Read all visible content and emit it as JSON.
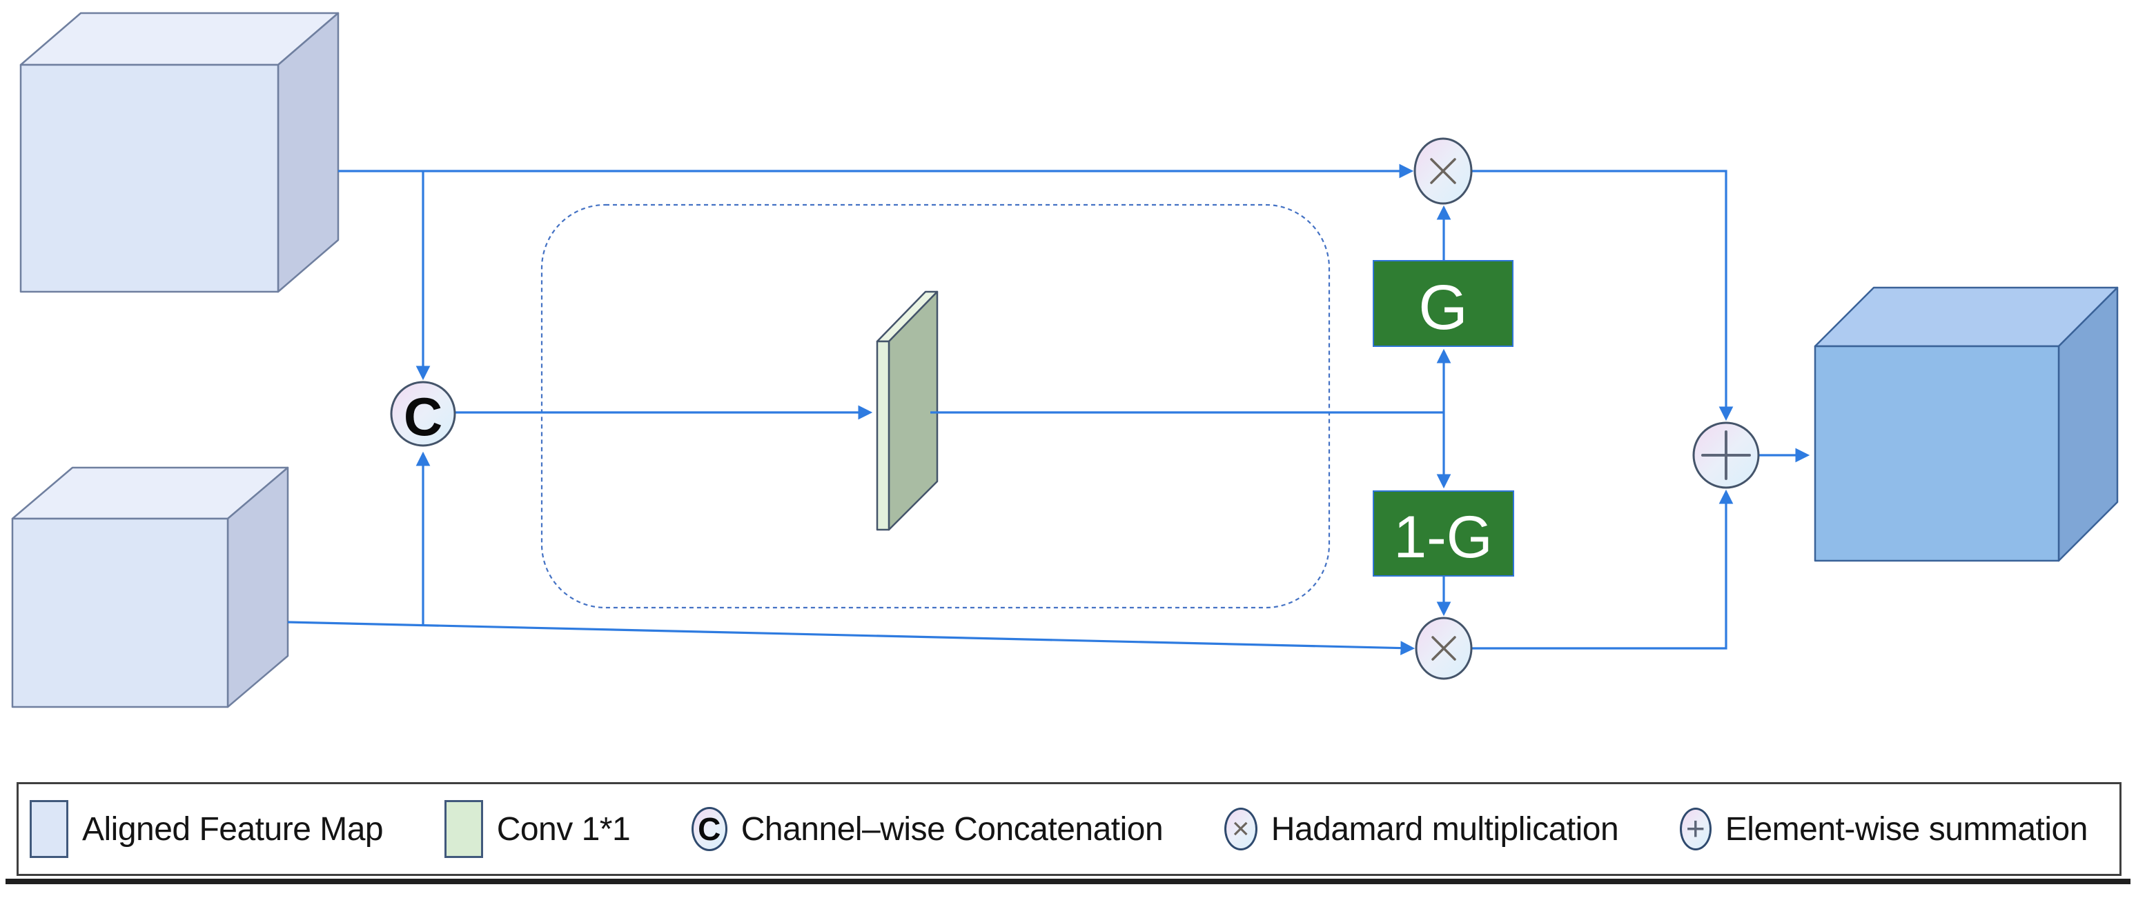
{
  "figure": {
    "kind": "gated-feature-fusion-architecture-diagram",
    "nodes": {
      "concat": "C",
      "gate": "G",
      "inverse_gate": "1-G",
      "multiply": "×",
      "add": "+"
    },
    "colors": {
      "connector_blue": "#2E7BE0",
      "dashed_box_blue": "#4472C4",
      "gate_green": "#2F7D32",
      "gate_border": "#2E75D6",
      "cube_light_front": "#DCE6F7",
      "cube_light_top": "#E9EEFA",
      "cube_light_side": "#C2CBE3",
      "cube_output_front": "#90BCE9",
      "cube_output_top": "#AECBF1",
      "cube_output_side": "#7FA6D6",
      "conv_front": "#E3F0DD",
      "conv_top": "#EAF4E3",
      "conv_side": "#A9BCA3",
      "operator_border": "#44546A"
    }
  },
  "legend": {
    "items": [
      {
        "icon": "aligned-feature-map-swatch",
        "label": "Aligned Feature Map"
      },
      {
        "icon": "conv-swatch",
        "label": "Conv 1*1"
      },
      {
        "icon": "concat-circle-icon",
        "symbol": "C",
        "label": "Channel–wise Concatenation"
      },
      {
        "icon": "multiply-circle-icon",
        "symbol": "×",
        "label": "Hadamard multiplication"
      },
      {
        "icon": "plus-circle-icon",
        "symbol": "+",
        "label": "Element-wise summation"
      }
    ]
  }
}
